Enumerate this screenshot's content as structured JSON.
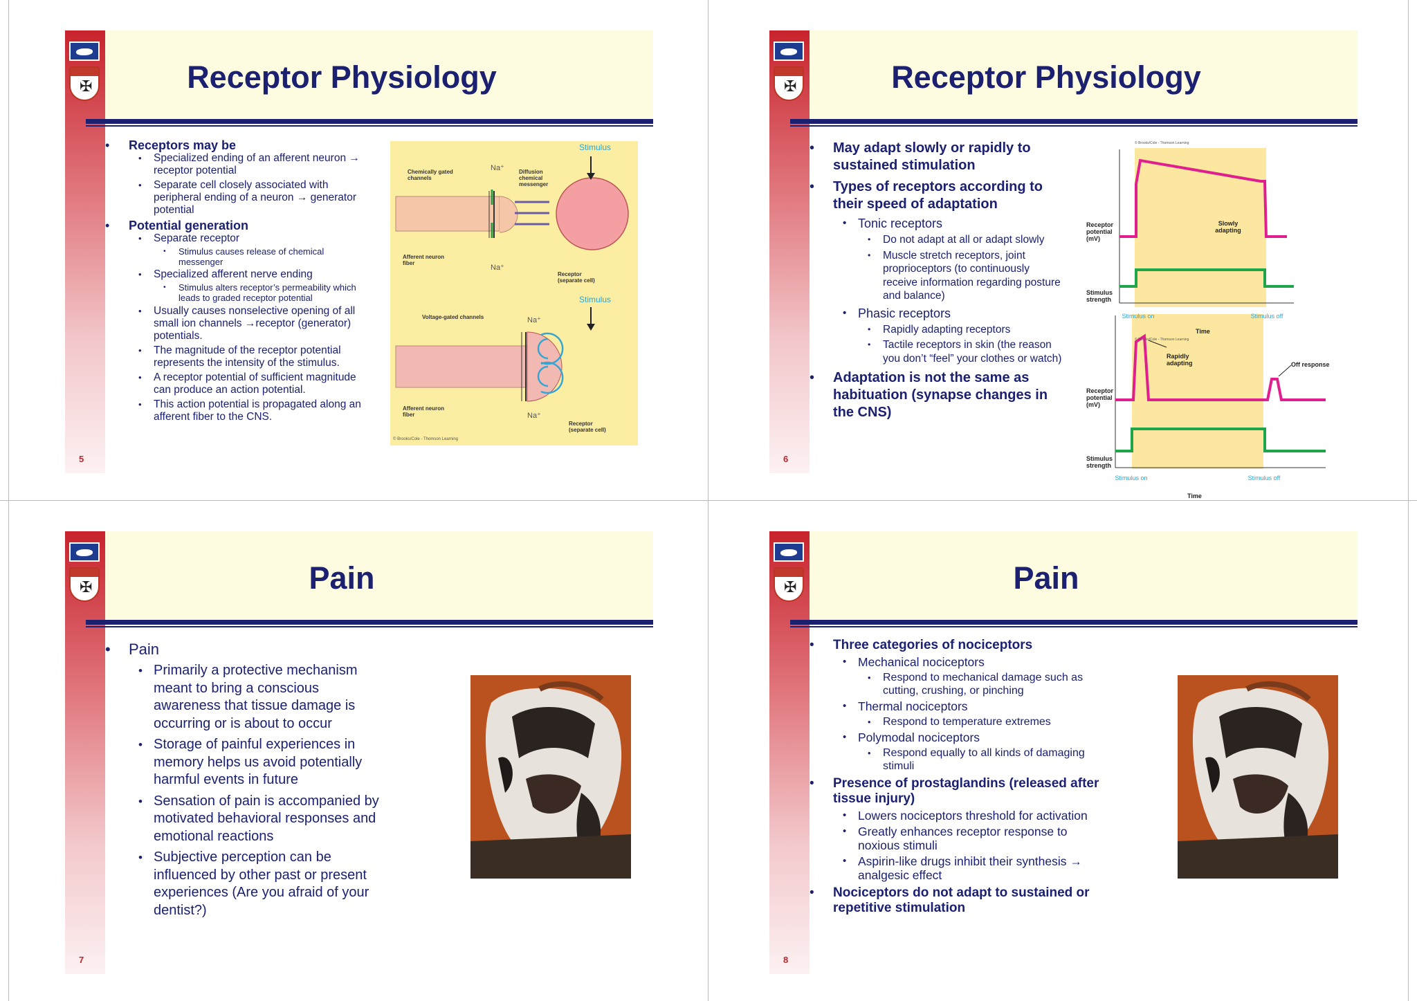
{
  "slides": [
    {
      "title": "Receptor Physiology",
      "page": "5",
      "bullets": [
        {
          "text": "Receptors may be",
          "children": [
            {
              "text": "Specialized ending of an afferent neuron → receptor potential"
            },
            {
              "text": "Separate cell closely associated with peripheral ending of a neuron → generator potential"
            }
          ]
        },
        {
          "text": "Potential generation",
          "children": [
            {
              "text": "Separate receptor",
              "children": [
                {
                  "text": "Stimulus causes release of chemical messenger"
                }
              ]
            },
            {
              "text": "Specialized afferent nerve ending",
              "children": [
                {
                  "text": "Stimulus alters receptor’s permeability which leads to graded receptor potential"
                }
              ]
            },
            {
              "text": "Usually causes nonselective opening of all small ion channels →receptor (generator) potentials."
            },
            {
              "text": "The magnitude of the receptor potential represents the intensity of the stimulus."
            },
            {
              "text": "A receptor potential of sufficient magnitude can produce an action potential."
            },
            {
              "text": "This action potential is propagated along an afferent fiber to the CNS."
            }
          ]
        }
      ],
      "figure": {
        "stimulus": "Stimulus",
        "chem_gated": "Chemically gated channels",
        "diffusion": "Diffusion chemical messenger",
        "na": "Na⁺",
        "afferent": "Afferent neuron fiber",
        "receptor": "Receptor (separate cell)",
        "voltage_gated": "Voltage-gated channels",
        "credit": "© Brooks/Cole - Thomson Learning"
      }
    },
    {
      "title": "Receptor Physiology",
      "page": "6",
      "bullets": [
        {
          "text": "May adapt slowly or rapidly to sustained stimulation"
        },
        {
          "text": "Types of receptors according to their speed of adaptation",
          "children": [
            {
              "text": "Tonic receptors",
              "children": [
                {
                  "text": "Do not adapt at all or adapt slowly"
                },
                {
                  "text": "Muscle stretch receptors, joint proprioceptors (to continuously receive information regarding posture and balance)"
                }
              ]
            },
            {
              "text": "Phasic receptors",
              "children": [
                {
                  "text": "Rapidly adapting receptors"
                },
                {
                  "text": "Tactile receptors in skin (the reason you don’t “feel” your clothes or watch)"
                }
              ]
            }
          ]
        },
        {
          "text": "Adaptation is not the same as habituation (synapse changes in the CNS)"
        }
      ],
      "graph": {
        "credit": "© Brooks/Cole - Thomson Learning",
        "receptor_potential": "Receptor potential (mV)",
        "stimulus_strength": "Stimulus strength",
        "slowly": "Slowly adapting",
        "rapidly": "Rapidly adapting",
        "off_response": "Off response",
        "stim_on": "Stimulus on",
        "stim_off": "Stimulus off",
        "time": "Time"
      }
    },
    {
      "title": "Pain",
      "page": "7",
      "bullets": [
        {
          "text": "Pain",
          "children": [
            {
              "text": "Primarily a protective mechanism meant to bring a conscious awareness that tissue damage is occurring or is about to occur"
            },
            {
              "text": "Storage of painful experiences in memory helps us avoid potentially harmful events in future"
            },
            {
              "text": "Sensation of pain is accompanied by motivated behavioral responses and emotional reactions"
            },
            {
              "text": "Subjective perception can be influenced by other past or present experiences (Are you afraid of your dentist?)"
            }
          ]
        }
      ]
    },
    {
      "title": "Pain",
      "page": "8",
      "bullets": [
        {
          "text": "Three categories of nociceptors",
          "children": [
            {
              "text": "Mechanical nociceptors",
              "children": [
                {
                  "text": "Respond to mechanical damage such as cutting, crushing, or pinching"
                }
              ]
            },
            {
              "text": "Thermal nociceptors",
              "children": [
                {
                  "text": "Respond to temperature extremes"
                }
              ]
            },
            {
              "text": "Polymodal nociceptors",
              "children": [
                {
                  "text": "Respond equally to all kinds of damaging stimuli"
                }
              ]
            }
          ]
        },
        {
          "text": "Presence of prostaglandins (released after tissue injury)",
          "children": [
            {
              "text": "Lowers nociceptors threshold for activation"
            },
            {
              "text": "Greatly enhances receptor response to noxious stimuli"
            },
            {
              "text": "Aspirin-like drugs inhibit their synthesis → analgesic effect"
            }
          ]
        },
        {
          "text": "Nociceptors do not adapt to sustained or repetitive stimulation"
        }
      ]
    }
  ]
}
